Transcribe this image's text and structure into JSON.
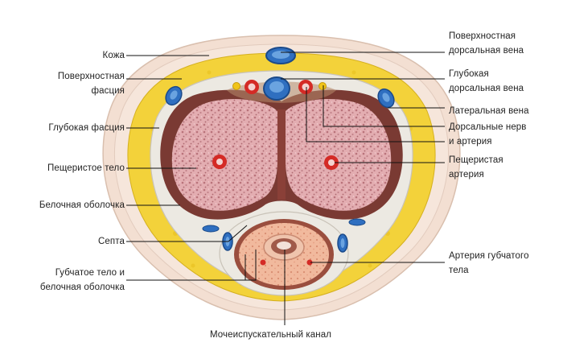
{
  "labels": {
    "skin": "Кожа",
    "superficial_fascia": "Поверхностная\nфасция",
    "deep_fascia": "Глубокая фасция",
    "corpus_cavernosum": "Пещеристое тело",
    "tunica_albuginea": "Белочная оболочка",
    "septum": "Септа",
    "spongiosum_and_tunica": "Губчатое тело и\nбелочная оболочка",
    "superficial_dorsal_vein": "Поверхностная\nдорсальная вена",
    "deep_dorsal_vein": "Глубокая\nдорсальная вена",
    "lateral_vein": "Латеральная вена",
    "dorsal_nerve_artery": "Дорсальные нерв\nи артерия",
    "cavernous_artery": "Пещеристая\nартерия",
    "spongiosum_artery": "Артерия губчатого\nтела",
    "urethra": "Мочеиспускательный канал"
  },
  "colors": {
    "skin": "#f3dfd2",
    "skin_edge": "#d9bfae",
    "fat": "#f3d23a",
    "fascia": "#ece9e2",
    "tunica": "#7a3a33",
    "cavernous_tissue": "#e0a8ad",
    "spongy_tissue": "#f0b79a",
    "vein": "#2f6fc0",
    "artery": "#d42a25",
    "nerve": "#f0c419",
    "leader_line": "#111111"
  }
}
